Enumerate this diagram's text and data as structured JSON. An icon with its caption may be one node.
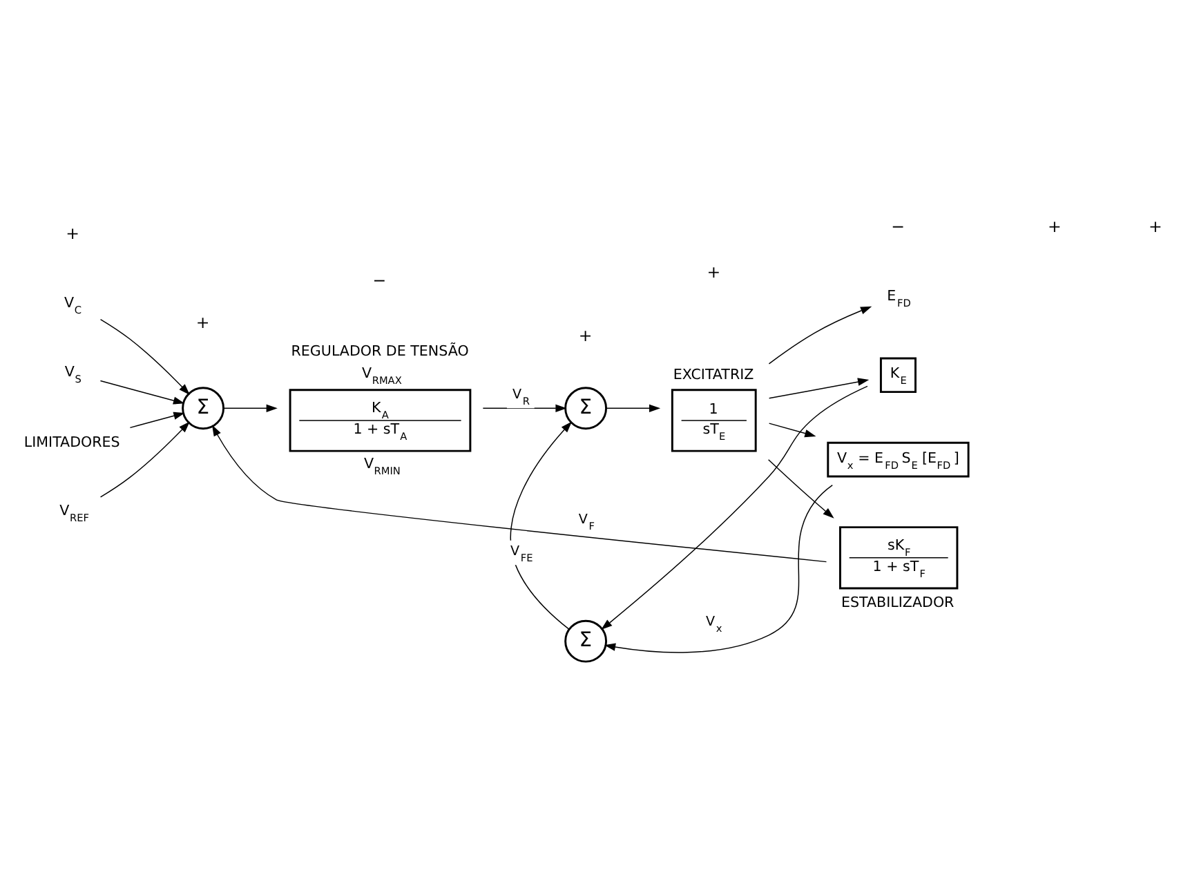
{
  "diagram": {
    "nodes": [
      {
        "text": [
          "V$_{C}$"
        ]
      },
      {
        "text": [
          "V$_{S}$"
        ]
      },
      {
        "text": [
          "LIMITADORES"
        ]
      },
      {
        "text": [
          "V$_{REF}$"
        ]
      },
      {
        "text": [
          "Σ"
        ]
      },
      {
        "text": [
          "K$_{A}$",
          "1 + sT$_{A}$"
        ],
        "beside": [
          "REGULADOR DE TENSÃO",
          "V$_{RMAX}$",
          "V$_{RMIN}$"
        ]
      },
      {
        "text": [
          "Σ"
        ]
      },
      {
        "text": [
          "1",
          "sT$_{E}$"
        ],
        "beside": [
          "EXCITATRIZ"
        ]
      },
      {
        "text": [
          "E$_{FD}$"
        ]
      },
      {
        "text": [
          "Σ"
        ]
      },
      {
        "text": [
          "K$_{E}$"
        ]
      },
      {
        "text": [
          "V$_{x}$ = E$_{FD}$ S$_{E}$ [E$_{FD}$ ]"
        ]
      },
      {
        "text": [
          "sK$_{F}$",
          "1 + sT$_{F}$"
        ],
        "beside": [
          "ESTABILIZADOR"
        ]
      }
    ],
    "edges": [
      {
        "from": 0,
        "to": 4,
        "arrow": "to"
      },
      {
        "from": 1,
        "to": 4,
        "arrow": "to"
      },
      {
        "from": 2,
        "to": 4,
        "arrow": "to"
      },
      {
        "from": 3,
        "to": 4,
        "arrow": "to"
      },
      {
        "from": 4,
        "to": 5,
        "arrow": "to"
      },
      {
        "from": 5,
        "to": 6,
        "arrow": "to",
        "label": "V$_{R}$"
      },
      {
        "from": 6,
        "to": 7,
        "arrow": "to"
      },
      {
        "from": 7,
        "to": 8,
        "arrow": "to"
      },
      {
        "from": 7,
        "to": 10,
        "arrow": "to"
      },
      {
        "from": 7,
        "to": 11,
        "arrow": "to"
      },
      {
        "from": 7,
        "to": 12,
        "arrow": "to"
      },
      {
        "from": 10,
        "to": 9,
        "arrow": "to"
      },
      {
        "from": 11,
        "to": 9,
        "arrow": "to",
        "label": "V$_{x}$"
      },
      {
        "from": 9,
        "to": 6,
        "arrow": "to",
        "label": "V$_{FE}$"
      },
      {
        "from": 12,
        "to": 4,
        "arrow": "to",
        "label": "V$_{F}$"
      }
    ],
    "labels": [
      "+",
      "+",
      "−",
      "+",
      "+",
      "−",
      "+",
      "+"
    ]
  }
}
